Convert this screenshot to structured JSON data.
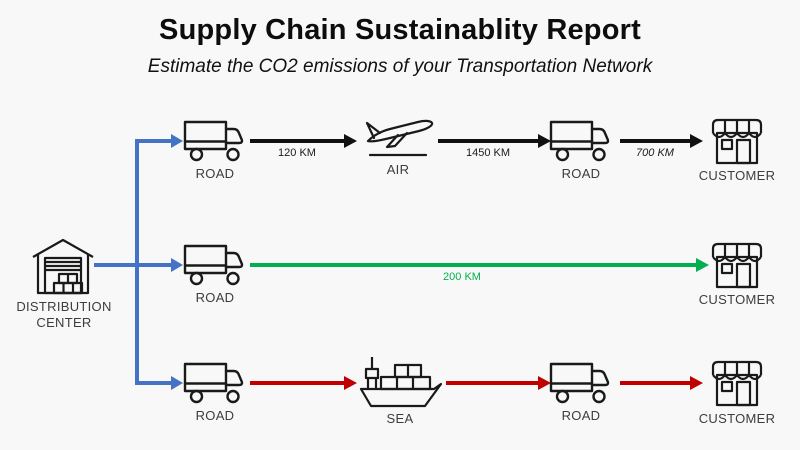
{
  "header": {
    "title": "Supply Chain Sustainablity Report",
    "subtitle": "Estimate the CO2 emissions of your Transportation Network"
  },
  "distribution_center": {
    "label": "DISTRIBUTION CENTER",
    "icon": "warehouse-icon"
  },
  "routes": [
    {
      "color": "#111111",
      "nodes": [
        {
          "icon": "truck-icon",
          "label": "ROAD"
        },
        {
          "icon": "plane-icon",
          "label": "AIR"
        },
        {
          "icon": "truck-icon",
          "label": "ROAD"
        },
        {
          "icon": "store-icon",
          "label": "CUSTOMER"
        }
      ],
      "edge_labels": [
        "120 KM",
        "1450 KM",
        "700 KM"
      ]
    },
    {
      "color": "#00B050",
      "nodes": [
        {
          "icon": "truck-icon",
          "label": "ROAD"
        },
        {
          "icon": "store-icon",
          "label": "CUSTOMER"
        }
      ],
      "edge_labels": [
        "200 KM"
      ]
    },
    {
      "color": "#C00000",
      "nodes": [
        {
          "icon": "truck-icon",
          "label": "ROAD"
        },
        {
          "icon": "ship-icon",
          "label": "SEA"
        },
        {
          "icon": "truck-icon",
          "label": "ROAD"
        },
        {
          "icon": "store-icon",
          "label": "CUSTOMER"
        }
      ],
      "edge_labels": [
        "",
        "",
        ""
      ]
    }
  ],
  "colors": {
    "branch_blue": "#4472C4",
    "direct_green": "#00B050",
    "sea_red": "#C00000",
    "air_black": "#111111",
    "background": "#f8f8f8"
  }
}
